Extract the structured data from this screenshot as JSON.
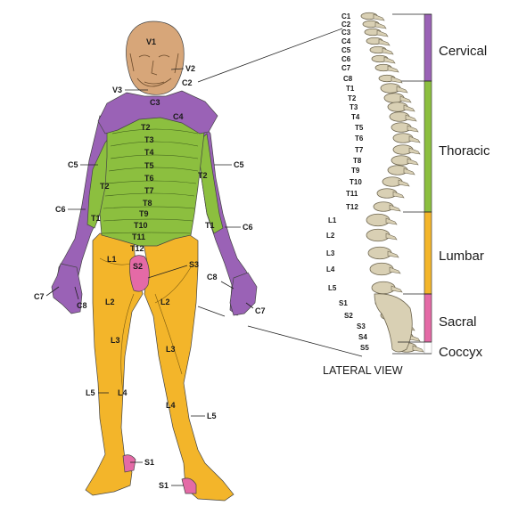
{
  "colors": {
    "trigeminal": "#d7a679",
    "cervical": "#9a62b6",
    "thoracic": "#8cbf3f",
    "lumbar": "#f3b52a",
    "sacral": "#e46aa6",
    "bone": "#d9d0b4",
    "bone_shadow": "#6e6650"
  },
  "regions": {
    "cervical": "Cervical",
    "thoracic": "Thoracic",
    "lumbar": "Lumbar",
    "sacral": "Sacral",
    "coccyx": "Coccyx"
  },
  "view_title": "LATERAL VIEW",
  "spine_labels": [
    "C1",
    "C2",
    "C3",
    "C4",
    "C5",
    "C6",
    "C7",
    "C8",
    "T1",
    "T2",
    "T3",
    "T4",
    "T5",
    "T6",
    "T7",
    "T8",
    "T9",
    "T10",
    "T11",
    "T12",
    "L1",
    "L2",
    "L3",
    "L4",
    "L5",
    "S1",
    "S2",
    "S3",
    "S4",
    "S5"
  ],
  "body_labels": {
    "v1": "V1",
    "v2": "V2",
    "v3": "V3",
    "c2": "C2",
    "c3": "C3",
    "c4": "C4",
    "c5_left": "C5",
    "c5_right": "C5",
    "c6_left": "C6",
    "c6_right": "C6",
    "c7_left": "C7",
    "c7_right": "C7",
    "c8_left": "C8",
    "c8_right": "C8",
    "t1_left": "T1",
    "t1_right": "T1",
    "t2_left": "T2",
    "t2_right": "T2",
    "t2": "T2",
    "t3": "T3",
    "t4": "T4",
    "t5": "T5",
    "t6": "T6",
    "t7": "T7",
    "t8": "T8",
    "t9": "T9",
    "t10": "T10",
    "t11": "T11",
    "t12": "T12",
    "l1": "L1",
    "l2_left": "L2",
    "l2_right": "L2",
    "l3_left": "L3",
    "l3_right": "L3",
    "l4_left": "L4",
    "l4_right": "L4",
    "l5_left": "L5",
    "l5_right": "L5",
    "s1_left": "S1",
    "s1_right": "S1",
    "s2": "S2",
    "s3": "S3"
  }
}
